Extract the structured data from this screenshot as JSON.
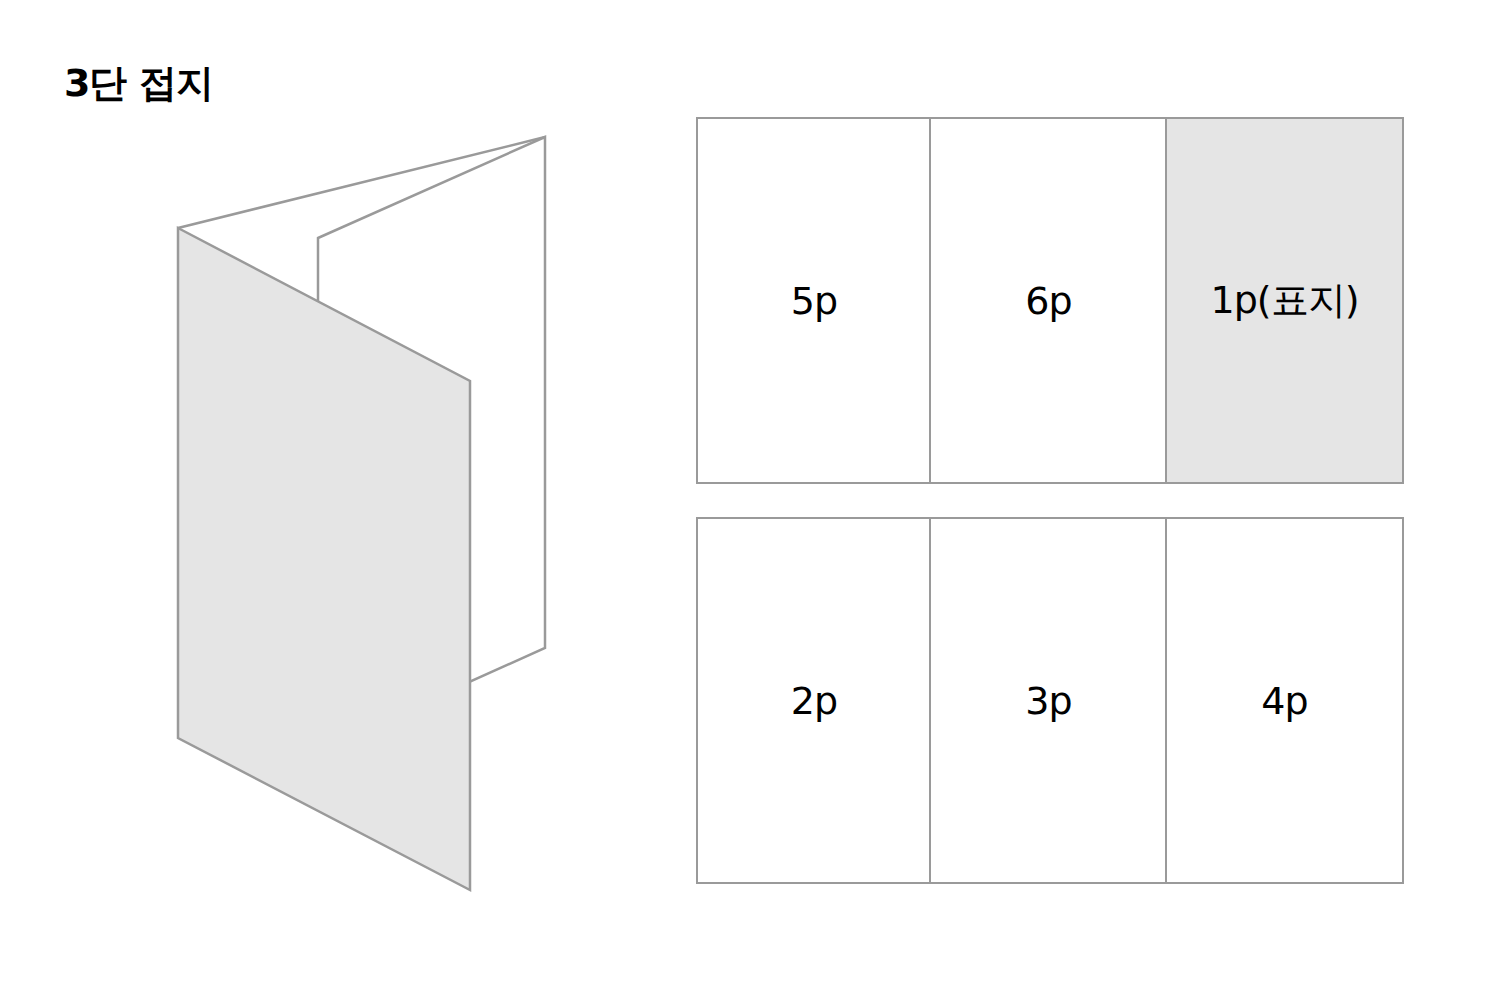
{
  "diagram": {
    "title": "3단 접지",
    "nodes": [
      {
        "text": [
          "5p"
        ]
      },
      {
        "text": [
          "6p"
        ]
      },
      {
        "text": [
          "1p(표지)"
        ]
      },
      {
        "text": [
          "2p"
        ]
      },
      {
        "text": [
          "3p"
        ]
      },
      {
        "text": [
          "4p"
        ]
      }
    ]
  }
}
